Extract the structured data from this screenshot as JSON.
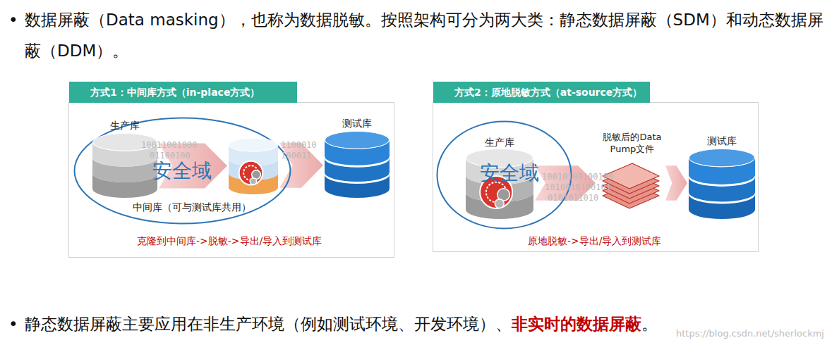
{
  "diagram": {
    "nodes": [
      {
        "text": [
          "方式1：中间库方式（in-place方式）",
          "克隆到中间库->脱敏->导出/导入到测试库"
        ]
      },
      {
        "text": [
          "安全域"
        ],
        "in": 0
      },
      {
        "text": [
          "生产库"
        ],
        "in": 1
      },
      {
        "text": [
          "中间库（可与测试库共用）"
        ],
        "in": 1
      },
      {
        "text": [
          "测试库"
        ],
        "in": 0
      },
      {
        "text": [
          "方式2：原地脱敏方式（at-source方式）",
          "原地脱敏->导出/导入到测试库"
        ]
      },
      {
        "text": [
          "安全域"
        ],
        "in": 5
      },
      {
        "text": [
          "生产库"
        ],
        "in": 6
      },
      {
        "text": [
          "脱敏后的Data Pump文件"
        ],
        "in": 5
      },
      {
        "text": [
          "测试库"
        ],
        "in": 5
      }
    ],
    "edges": [
      {
        "from": 2,
        "to": 3,
        "arrow": "to"
      },
      {
        "from": 3,
        "to": 4,
        "arrow": "to"
      },
      {
        "from": 7,
        "to": 8,
        "arrow": "to"
      },
      {
        "from": 8,
        "to": 9,
        "arrow": "to"
      }
    ],
    "labels": [
      "•",
      "数据屏蔽（Data masking），也称为数据脱敏。按照架构可分为两大类：静态数据屏蔽（SDM）和动态数据屏蔽（DDM）。",
      "10011001000",
      "01100100",
      "1100010",
      "100011",
      "10010100100100",
      "1010010100101",
      "0101011010",
      "•",
      "静态数据屏蔽主要应用在非生产环境（例如测试环境、开发环境）、",
      "非实时的数据屏蔽",
      "。",
      "https://blog.csdn.net/sherlockmj"
    ]
  }
}
